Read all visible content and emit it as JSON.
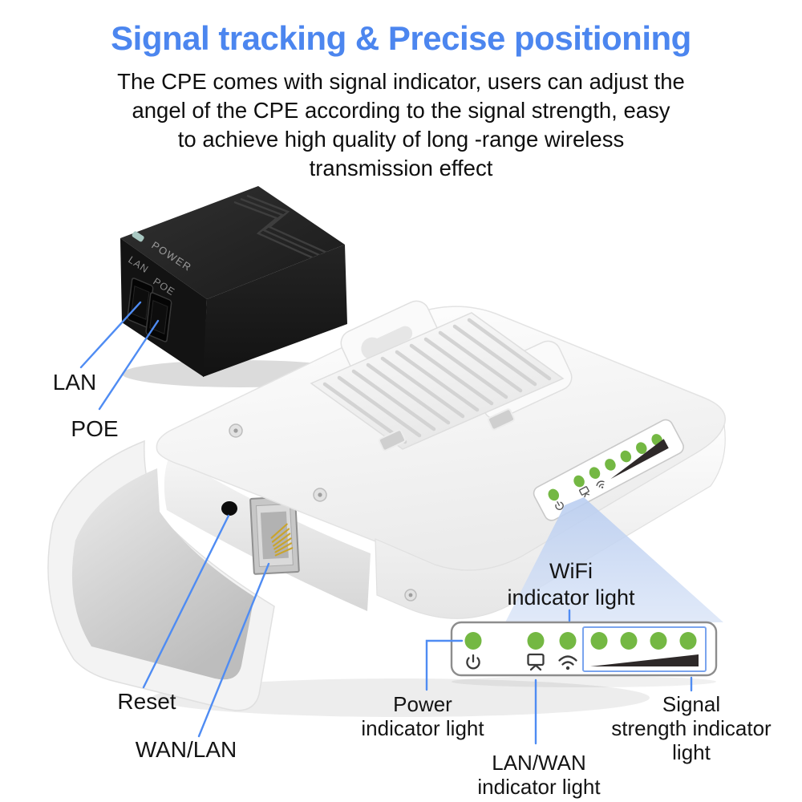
{
  "title": {
    "text": "Signal tracking & Precise positioning"
  },
  "description": {
    "lines": [
      "The CPE comes with signal indicator, users can adjust the",
      "angel of the CPE according to the signal strength, easy",
      "to achieve high quality of long -range wireless",
      "transmission effect"
    ]
  },
  "poe_injector": {
    "power_led_label": "POWER",
    "lan_port_label": "LAN",
    "poe_port_label": "POE"
  },
  "device_callouts": {
    "lan": "LAN",
    "poe": "POE",
    "reset": "Reset",
    "wan_lan": "WAN/LAN"
  },
  "indicator_callouts": {
    "wifi": {
      "line1": "WiFi",
      "line2": "indicator light"
    },
    "power": {
      "line1": "Power",
      "line2": "indicator light"
    },
    "lan_wan": {
      "line1": "LAN/WAN",
      "line2": "indicator light"
    },
    "signal": {
      "line1": "Signal",
      "line2": "strength indicator",
      "line3": "light"
    }
  },
  "led_panel": {
    "power_led_count": 1,
    "lan_led_count": 1,
    "wifi_led_count": 1,
    "signal_led_count": 4,
    "icons": [
      "power-icon",
      "lan-monitor-icon",
      "wifi-icon",
      "signal-wedge-icon"
    ]
  },
  "colors": {
    "title_blue": "#4c86ef",
    "annotation_line": "#4f8cf3",
    "led_green": "#74b843",
    "wedge_dark": "#2e2929",
    "signal_outline": "#7aa4ee",
    "panel_border": "#8d8d8d",
    "triangle_blue": "#c3d4f0",
    "body_text": "#0e0e0e"
  }
}
